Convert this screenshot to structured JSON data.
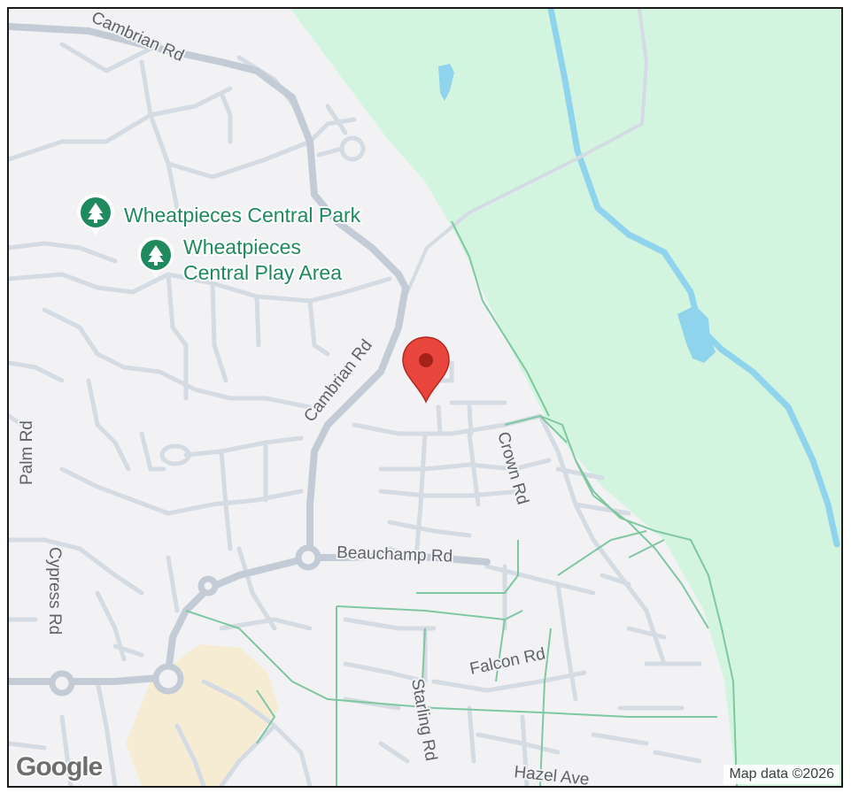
{
  "map": {
    "attribution": "Map data ©2026",
    "logo": "Google",
    "marker_icon": "location-pin-icon",
    "poi_icon": "park-tree-icon",
    "colors": {
      "background": "#f2f2f4",
      "park": "#d3f5df",
      "water": "#8fd3ec",
      "road": "#d4dbe3",
      "major_road": "#c3ccd6",
      "footpath": "#7fc7a1",
      "poi_text": "#1e8a5e",
      "marker": "#e8453c",
      "sand_area": "#f6ecd3"
    },
    "pois": [
      {
        "name": "Wheatpieces Central Park",
        "lines": [
          "Wheatpieces Central Park"
        ]
      },
      {
        "name": "Wheatpieces Central Play Area",
        "lines": [
          "Wheatpieces",
          "Central Play Area"
        ]
      }
    ],
    "roads": {
      "cambrian_top": "Cambrian Rd",
      "cambrian_mid": "Cambrian Rd",
      "palm": "Palm Rd",
      "cypress": "Cypress Rd",
      "beauchamp": "Beauchamp Rd",
      "crown": "Crown Rd",
      "falcon": "Falcon Rd",
      "starling": "Starling Rd",
      "hazel": "Hazel Ave"
    }
  }
}
